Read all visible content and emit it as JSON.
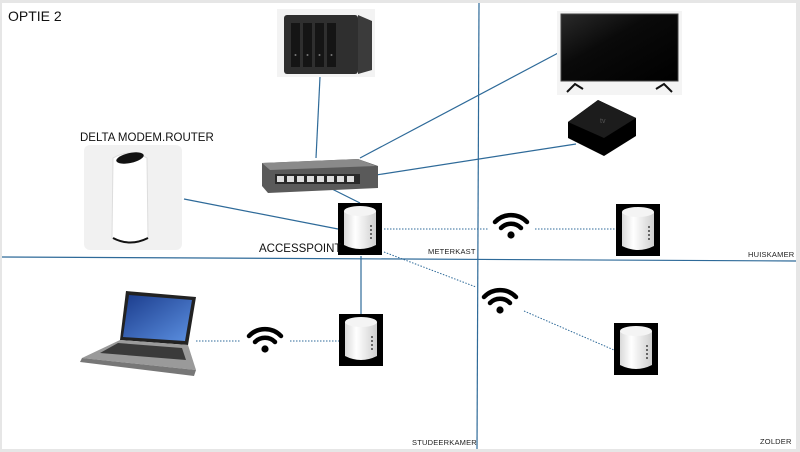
{
  "title": "OPTIE 2",
  "labels": {
    "modem_router": "DELTA MODEM.ROUTER",
    "accesspoint": "ACCESSPOINT"
  },
  "rooms": {
    "meterkast": "METERKAST",
    "huiskamer": "HUISKAMER",
    "studeerkamer": "STUDEERKAMER",
    "zolder": "ZOLDER"
  },
  "devices": [
    {
      "id": "nas",
      "icon": "nas-icon"
    },
    {
      "id": "tv",
      "icon": "tv-icon"
    },
    {
      "id": "apple-tv",
      "icon": "apple-tv-icon"
    },
    {
      "id": "modem-router",
      "icon": "modem-router-icon"
    },
    {
      "id": "switch",
      "icon": "network-switch-icon"
    },
    {
      "id": "accesspoint",
      "icon": "mesh-node-icon"
    },
    {
      "id": "node-huiskamer",
      "icon": "mesh-node-icon"
    },
    {
      "id": "node-studeerkamer",
      "icon": "mesh-node-icon"
    },
    {
      "id": "node-zolder",
      "icon": "mesh-node-icon"
    },
    {
      "id": "laptop",
      "icon": "laptop-icon"
    }
  ],
  "connections": {
    "wired": [
      "nas-switch",
      "switch-tv",
      "switch-apple-tv",
      "modem-accesspoint",
      "switch-accesspoint",
      "accesspoint-studeerkamer"
    ],
    "wireless": [
      "accesspoint-huiskamer",
      "accesspoint-zolder",
      "studeerkamer-laptop"
    ]
  },
  "colors": {
    "line": "#2e6a99",
    "wifi": "#000000",
    "background": "#ffffff"
  }
}
